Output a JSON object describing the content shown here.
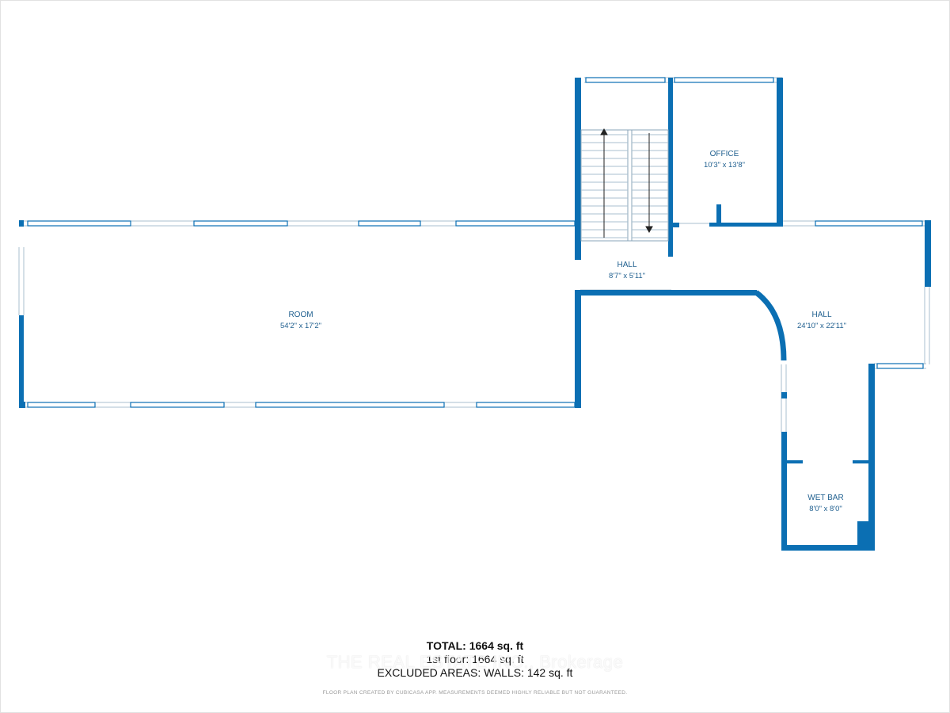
{
  "colors": {
    "wall": "#0b6fb3",
    "label": "#1f5f8f",
    "window": "#9fb7c8"
  },
  "rooms": [
    {
      "id": "room",
      "name": "ROOM",
      "dims": "54'2\" x 17'2\""
    },
    {
      "id": "office",
      "name": "OFFICE",
      "dims": "10'3\" x 13'8\""
    },
    {
      "id": "hall-small",
      "name": "HALL",
      "dims": "8'7\" x 5'11\""
    },
    {
      "id": "hall-large",
      "name": "HALL",
      "dims": "24'10\" x 22'11\""
    },
    {
      "id": "wet-bar",
      "name": "WET BAR",
      "dims": "8'0\" x 8'0\""
    }
  ],
  "summary": {
    "total": "TOTAL: 1664 sq. ft",
    "floor": "1st floor: 1664 sq. ft",
    "excluded": "EXCLUDED AREAS: WALLS: 142 sq. ft"
  },
  "watermark": "THE REAL ESTATE INC., Brokerage",
  "disclaimer": "FLOOR PLAN CREATED BY CUBICASA APP. MEASUREMENTS DEEMED HIGHLY RELIABLE BUT NOT GUARANTEED."
}
